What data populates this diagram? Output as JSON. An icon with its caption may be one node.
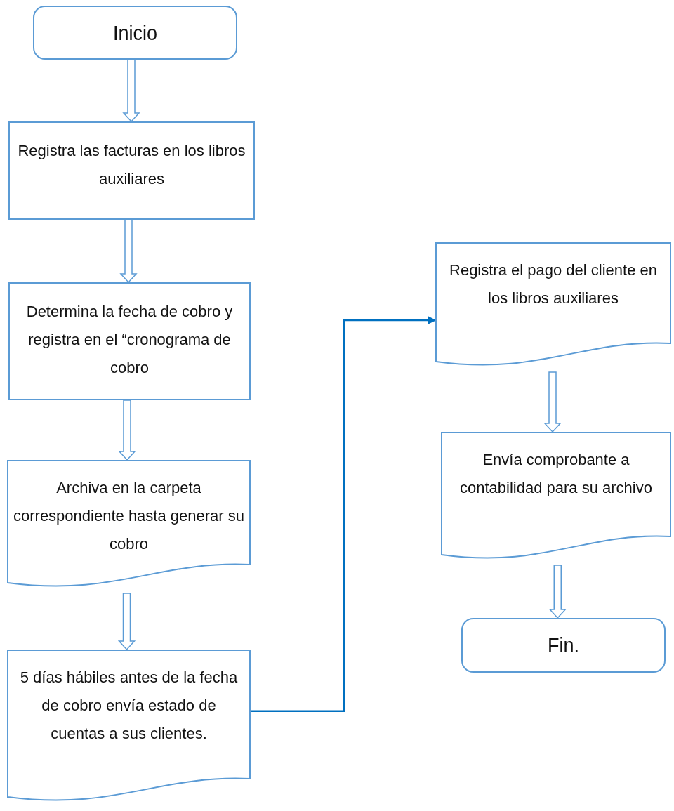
{
  "diagram": {
    "nodes": [
      {
        "text": [
          "Inicio"
        ]
      },
      {
        "text": [
          "Registra las facturas en los libros auxiliares"
        ]
      },
      {
        "text": [
          "Determina la fecha de cobro y registra en el “cronograma de cobro"
        ]
      },
      {
        "text": [
          "Archiva en la carpeta correspondiente hasta generar su cobro"
        ]
      },
      {
        "text": [
          "5 días hábiles antes de la fecha de cobro envía estado de cuentas a sus clientes."
        ]
      },
      {
        "text": [
          "Registra el pago del cliente en los libros auxiliares"
        ]
      },
      {
        "text": [
          "Envía comprobante a contabilidad para su archivo"
        ]
      },
      {
        "text": [
          "Fin."
        ]
      }
    ],
    "edges": [
      {
        "from": 0,
        "to": 1,
        "arrow": "to"
      },
      {
        "from": 1,
        "to": 2,
        "arrow": "to"
      },
      {
        "from": 2,
        "to": 3,
        "arrow": "to"
      },
      {
        "from": 3,
        "to": 4,
        "arrow": "to"
      },
      {
        "from": 4,
        "to": 5,
        "arrow": "to",
        "color": "#0070c0"
      },
      {
        "from": 5,
        "to": 6,
        "arrow": "to"
      },
      {
        "from": 6,
        "to": 7,
        "arrow": "to"
      }
    ]
  }
}
